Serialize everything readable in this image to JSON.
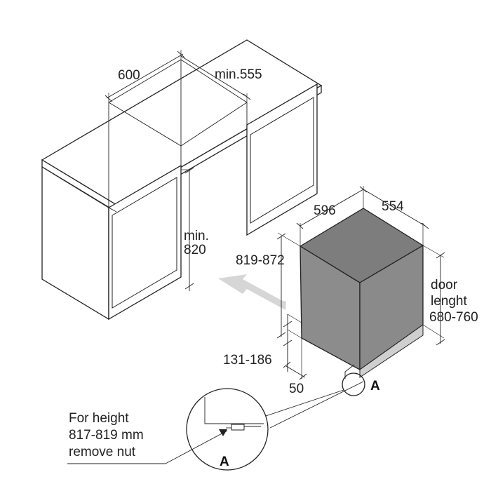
{
  "dimensions": {
    "niche_width": "600",
    "niche_depth": "min.555",
    "niche_height_line1": "min.",
    "niche_height_line2": "820",
    "appliance_width": "596",
    "appliance_depth": "554",
    "appliance_height": "819-872",
    "plinth_height": "131-186",
    "plinth_depth": "50",
    "door_length_line1": "door",
    "door_length_line2": "lenght",
    "door_length_line3": "680-760"
  },
  "detail": {
    "label": "A",
    "note_line1": "For height",
    "note_line2": "817-819 mm",
    "note_line3": "remove nut"
  },
  "colors": {
    "appliance_fill": "#8c8c8c",
    "appliance_top": "#7d7d7d",
    "arrow_fill": "#d6d6d6",
    "line": "#222222"
  }
}
